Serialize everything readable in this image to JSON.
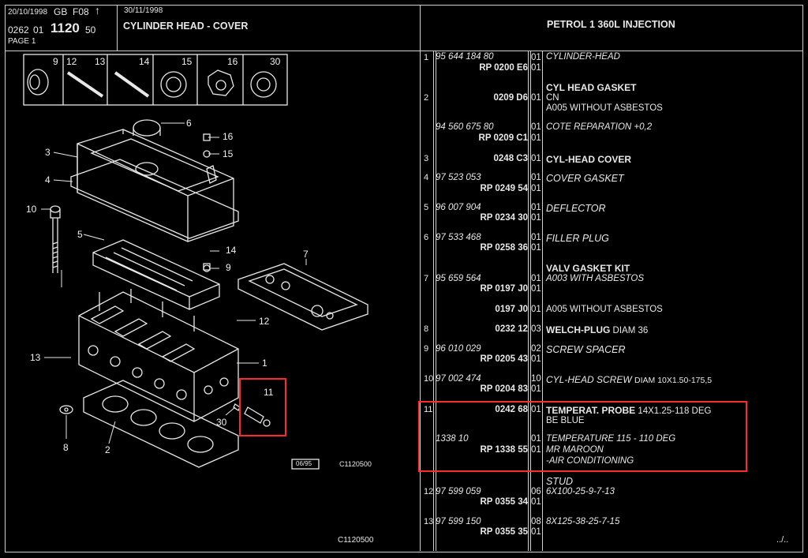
{
  "header": {
    "date1": "20/10/1998",
    "lang": "GB",
    "folio": "F08",
    "code_a": "0262",
    "code_b": "01",
    "group": "1120",
    "code_c": "50",
    "page": "PAGE 1",
    "date2": "30/11/1998",
    "section_title": "CYLINDER HEAD - COVER",
    "engine_title": "PETROL 1 360L INJECTION"
  },
  "thumbnails": [
    "9",
    "12",
    "13",
    "14",
    "15",
    "16",
    "30"
  ],
  "diagram": {
    "callouts": [
      "6",
      "16",
      "15",
      "3",
      "4",
      "10",
      "5",
      "14",
      "9",
      "7",
      "12",
      "13",
      "1",
      "11",
      "30",
      "8",
      "2"
    ],
    "stamp_box": "06/95",
    "ref_code": "C1120500",
    "bottom_code": "C1120500"
  },
  "parts": [
    {
      "num": "1",
      "ref": "95 644 184 80",
      "rp": "RP  0200 E6",
      "qty1": "01",
      "qty2": "01",
      "desc": "CYLINDER-HEAD",
      "desc_style": "italic",
      "extra": []
    },
    {
      "num": "2",
      "ref": "",
      "rp": "0209 D6",
      "qty1": "01",
      "qty2": "",
      "desc": "CYL HEAD GASKET",
      "desc_style": "bold",
      "extra": [
        "CN",
        "A005 WITHOUT ASBESTOS"
      ]
    },
    {
      "num": "",
      "ref": "94 560 675 80",
      "rp": "RP  0209 C1",
      "qty1": "01",
      "qty2": "01",
      "desc": "COTE REPARATION +0,2",
      "desc_style": "italic",
      "extra": []
    },
    {
      "num": "3",
      "ref": "",
      "rp": "0248 C3",
      "qty1": "01",
      "qty2": "",
      "desc": "CYL-HEAD COVER",
      "desc_style": "bold",
      "extra": []
    },
    {
      "num": "4",
      "ref": "97 523 053",
      "rp": "RP  0249 54",
      "qty1": "01",
      "qty2": "01",
      "desc": "COVER GASKET",
      "desc_style": "italic",
      "extra": []
    },
    {
      "num": "5",
      "ref": "96 007 904",
      "rp": "RP  0234 30",
      "qty1": "01",
      "qty2": "01",
      "desc": "DEFLECTOR",
      "desc_style": "italic",
      "extra": []
    },
    {
      "num": "6",
      "ref": "97 533 468",
      "rp": "RP  0258 36",
      "qty1": "01",
      "qty2": "01",
      "desc": "FILLER PLUG",
      "desc_style": "italic",
      "extra": []
    },
    {
      "num": "7",
      "ref": "95 659 564",
      "rp": "RP  0197 J0",
      "qty1": "01",
      "qty2": "01",
      "desc": "VALV GASKET KIT",
      "desc_style": "bold",
      "extra": [
        "A003 WITH ASBESTOS"
      ]
    },
    {
      "num": "",
      "ref": "",
      "rp": "0197 J0",
      "qty1": "01",
      "qty2": "",
      "desc": "A005 WITHOUT ASBESTOS",
      "desc_style": "plain",
      "extra": []
    },
    {
      "num": "8",
      "ref": "",
      "rp": "0232 12",
      "qty1": "03",
      "qty2": "",
      "desc": "WELCH-PLUG",
      "desc_style": "bold",
      "desc_suffix": "DIAM 36",
      "extra": []
    },
    {
      "num": "9",
      "ref": "96 010 029",
      "rp": "RP  0205 43",
      "qty1": "02",
      "qty2": "01",
      "desc": "SCREW SPACER",
      "desc_style": "italic",
      "extra": []
    },
    {
      "num": "10",
      "ref": "97 002 474",
      "rp": "RP  0204 83",
      "qty1": "10",
      "qty2": "01",
      "desc": "CYL-HEAD SCREW",
      "desc_style": "italic",
      "desc_suffix": "DIAM 10X1.50-175,5",
      "extra": []
    },
    {
      "num": "11",
      "ref": "",
      "rp": "0242 68",
      "qty1": "01",
      "qty2": "",
      "desc": "TEMPERAT. PROBE",
      "desc_style": "bold",
      "desc_suffix": "14X1.25-118 DEG",
      "extra": [
        "BE BLUE"
      ]
    },
    {
      "num": "",
      "ref": "1338 10",
      "rp": "RP  1338 55",
      "qty1": "01",
      "qty2": "01",
      "desc": "TEMPERATURE 115 - 110 DEG",
      "desc_style": "italic",
      "extra": [
        "MR MAROON",
        "-AIR CONDITIONING"
      ]
    },
    {
      "num": "",
      "ref": "",
      "rp": "",
      "qty1": "",
      "qty2": "",
      "desc": "STUD",
      "desc_style": "italic",
      "extra": []
    },
    {
      "num": "12",
      "ref": "97 599 059",
      "rp": "RP  0355 34",
      "qty1": "06",
      "qty2": "01",
      "desc": "6X100-25-9-7-13",
      "desc_style": "italic",
      "extra": []
    },
    {
      "num": "13",
      "ref": "97 599 150",
      "rp": "RP  0355 35",
      "qty1": "08",
      "qty2": "01",
      "desc": "8X125-38-25-7-15",
      "desc_style": "italic",
      "extra": []
    }
  ],
  "footer": {
    "continued": "../.."
  },
  "colors": {
    "background": "#000000",
    "lines": "#e8e8e8",
    "highlight": "#ff2a2a"
  }
}
